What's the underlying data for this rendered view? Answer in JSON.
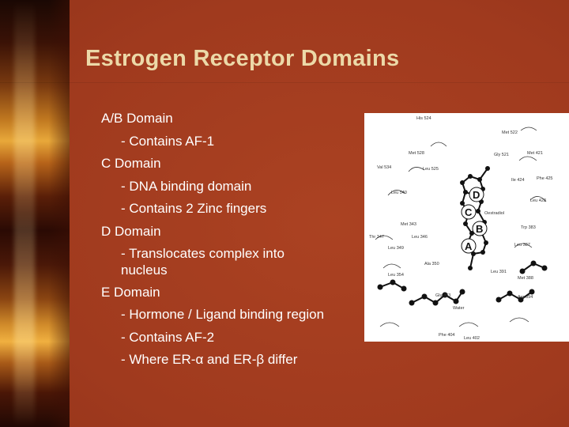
{
  "slide": {
    "title": "Estrogen Receptor Domains",
    "bullets": [
      {
        "text": "A/B Domain"
      },
      {
        "text": "- Contains AF-1"
      },
      {
        "text": "C Domain"
      },
      {
        "text": "- DNA binding domain"
      },
      {
        "text": "- Contains 2 Zinc fingers"
      },
      {
        "text": "D Domain"
      },
      {
        "text": "- Translocates complex into"
      },
      {
        "text": "nucleus"
      },
      {
        "text": "E Domain"
      },
      {
        "text": "- Hormone / Ligand binding region"
      },
      {
        "text": "- Contains AF-2"
      },
      {
        "text": "- Where ER-α and ER-β differ"
      }
    ]
  },
  "figure": {
    "ring_letters": [
      "D",
      "C",
      "B",
      "A"
    ],
    "ligand_label": "Oestradiol",
    "water_label": "Water",
    "residue_labels": [
      "His 524",
      "Met 522",
      "Met 528",
      "Gly 521",
      "Met 421",
      "Val 534",
      "Leu 525",
      "Ile 424",
      "Phe 425",
      "Leu 540",
      "Leu 428",
      "Met 343",
      "Trp 383",
      "Thr 347",
      "Leu 346",
      "Leu 387",
      "Leu 349",
      "Ala 350",
      "Leu 391",
      "Leu 354",
      "Met 388",
      "Glu 353",
      "Arg 394",
      "Phe 404",
      "Leu 402"
    ],
    "colors": {
      "background": "#ffffff",
      "ink": "#111111"
    }
  }
}
